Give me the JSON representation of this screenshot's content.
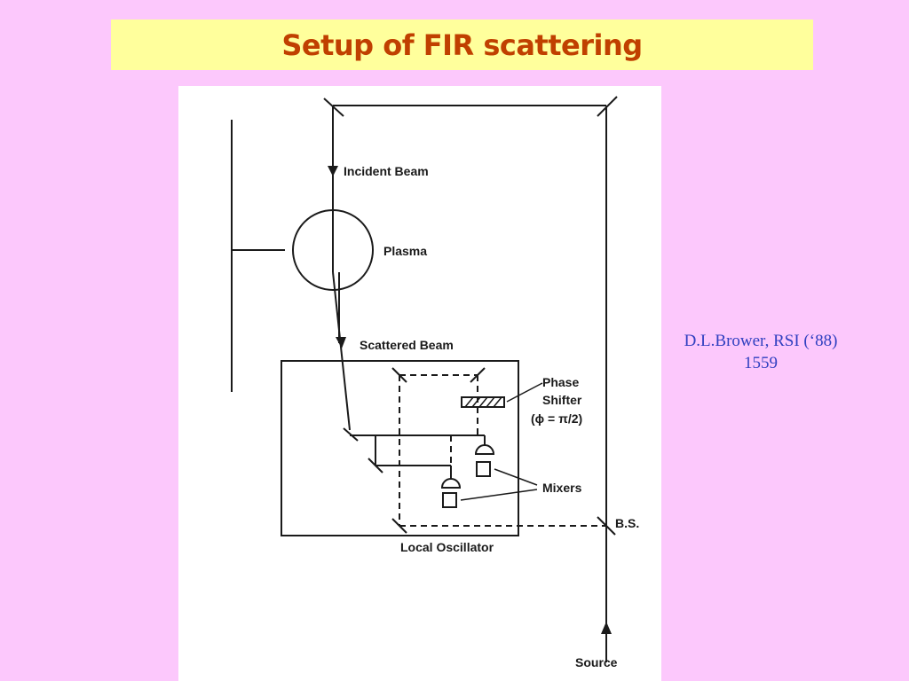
{
  "slide": {
    "title": "Setup of FIR scattering",
    "citation_line1": "D.L.Brower, RSI (‘88)",
    "citation_line2": "1559"
  },
  "diagram": {
    "labels": {
      "incident_beam": "Incident Beam",
      "plasma": "Plasma",
      "scattered_beam": "Scattered Beam",
      "phase_shifter_1": "Phase",
      "phase_shifter_2": "Shifter",
      "phase_shifter_3": "(ϕ = π/2)",
      "mixers": "Mixers",
      "beam_splitter": "B.S.",
      "local_oscillator": "Local Oscillator",
      "source": "Source"
    }
  },
  "colors": {
    "background": "#fcc8fc",
    "title_box": "#ffff9c",
    "title_text": "#c04000",
    "citation_text": "#3040c0"
  }
}
